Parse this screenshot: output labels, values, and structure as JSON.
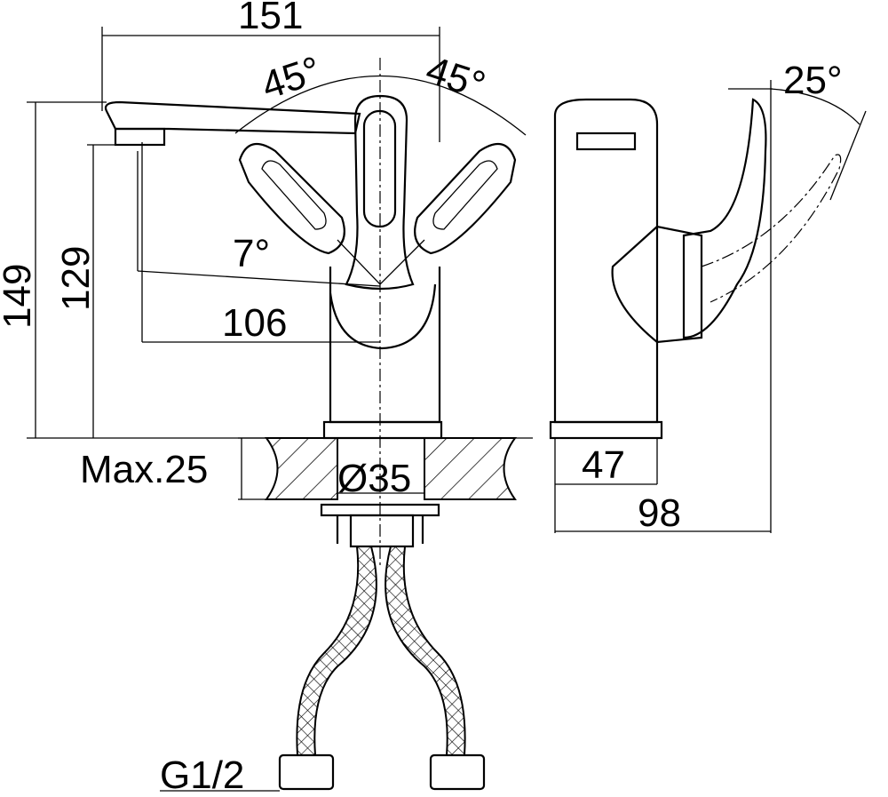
{
  "drawing": {
    "dimensions": {
      "overall_width": "151",
      "handle_angle_left": "45°",
      "handle_angle_right": "45°",
      "side_handle_angle": "25°",
      "spout_angle": "7°",
      "overall_height": "149",
      "spout_height": "129",
      "spout_reach": "106",
      "max_counter_thickness": "Max.25",
      "hole_diameter": "Ø35",
      "base_depth": "47",
      "overall_depth": "98",
      "connection_thread": "G1/2"
    }
  }
}
